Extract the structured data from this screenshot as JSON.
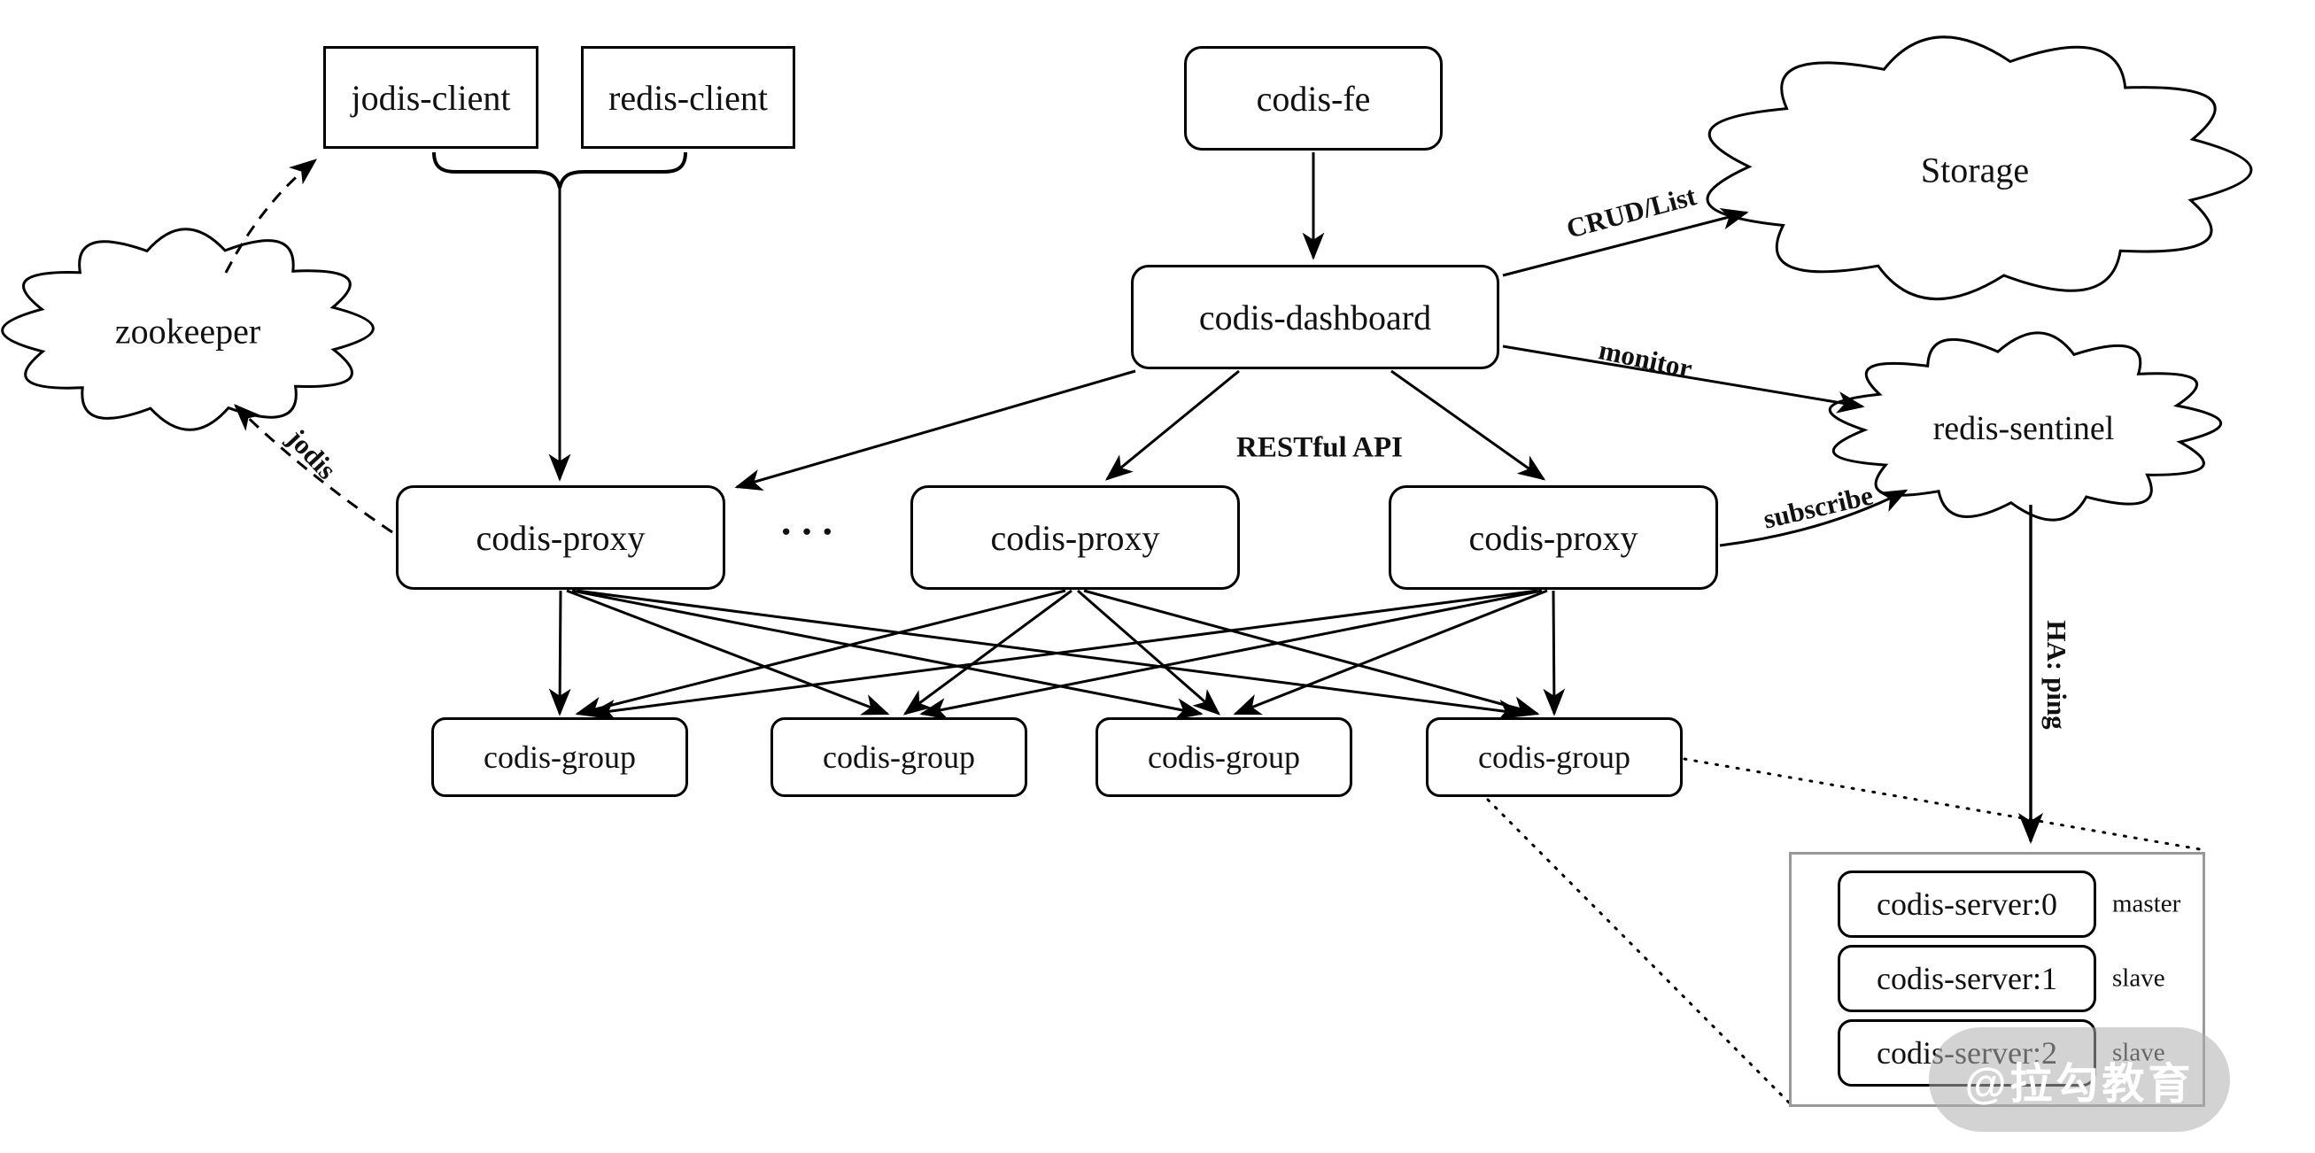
{
  "nodes": {
    "jodis_client": "jodis-client",
    "redis_client": "redis-client",
    "codis_fe": "codis-fe",
    "codis_dashboard": "codis-dashboard",
    "proxies": [
      "codis-proxy",
      "codis-proxy",
      "codis-proxy"
    ],
    "proxy_ellipsis": "···",
    "groups": [
      "codis-group",
      "codis-group",
      "codis-group",
      "codis-group"
    ],
    "servers": [
      {
        "label": "codis-server:0",
        "role": "master"
      },
      {
        "label": "codis-server:1",
        "role": "slave"
      },
      {
        "label": "codis-server:2",
        "role": "slave"
      }
    ]
  },
  "clouds": {
    "zookeeper": "zookeeper",
    "storage": "Storage",
    "redis_sentinel": "redis-sentinel"
  },
  "edge_labels": {
    "crud_list": "CRUD/List",
    "monitor": "monitor",
    "subscribe": "subscribe",
    "restful_api": "RESTful API",
    "jodis": "jodis",
    "ha_ping": "HA: ping"
  },
  "watermark": "@拉勾教育",
  "colors": {
    "stroke": "#000000",
    "server_box_border": "#999999",
    "watermark_bg": "#c8c8c8",
    "watermark_text": "#ffffff",
    "background": "#ffffff"
  }
}
